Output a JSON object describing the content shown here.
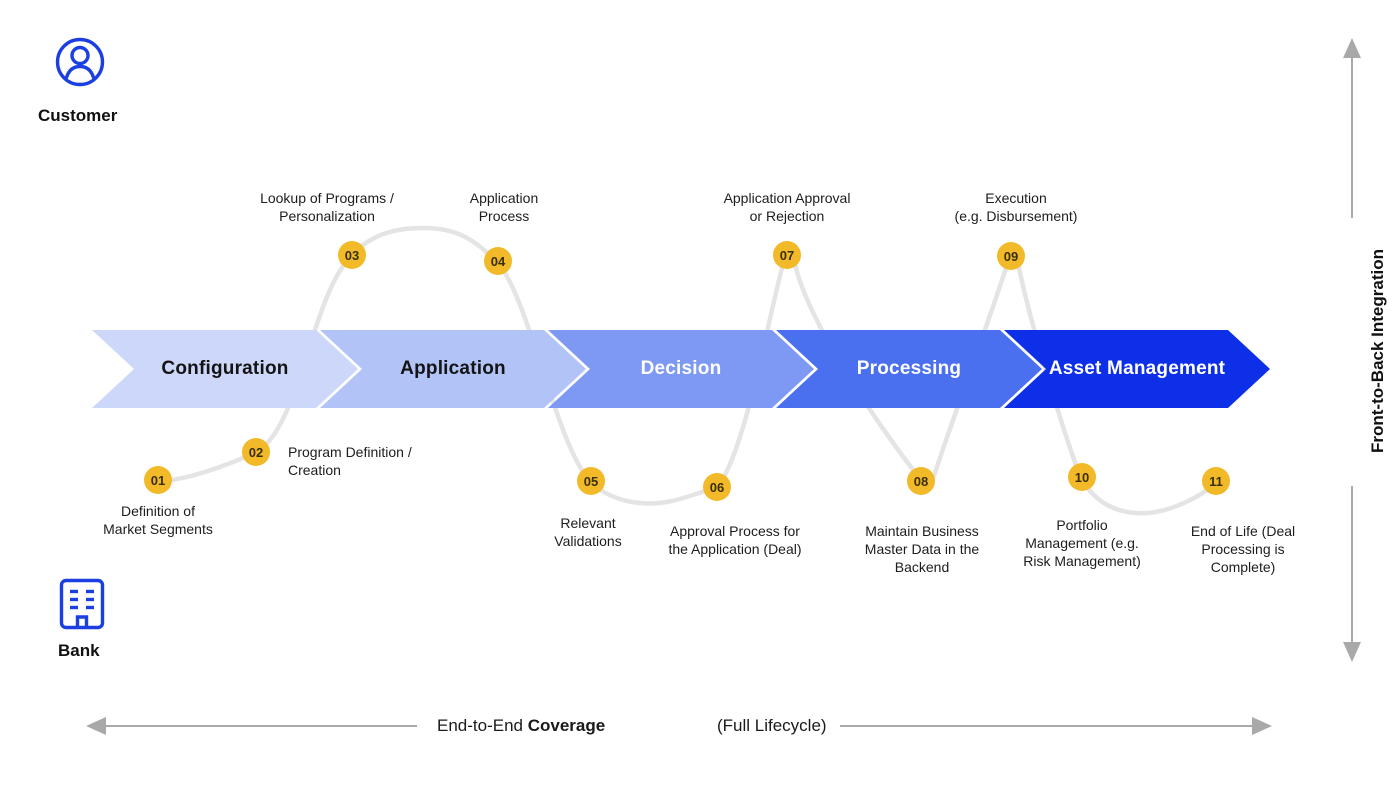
{
  "actors": {
    "customer": {
      "label": "Customer"
    },
    "bank": {
      "label": "Bank"
    }
  },
  "phases": [
    {
      "label": "Configuration",
      "color": "#ccd7fa",
      "text_color": "#141414"
    },
    {
      "label": "Application",
      "color": "#b2c3f8",
      "text_color": "#141414"
    },
    {
      "label": "Decision",
      "color": "#7e99f3",
      "text_color": "#ffffff"
    },
    {
      "label": "Processing",
      "color": "#4a70f0",
      "text_color": "#ffffff"
    },
    {
      "label": "Asset Management",
      "color": "#0e2fe8",
      "text_color": "#ffffff"
    }
  ],
  "steps": [
    {
      "number": "01",
      "label": "Definition of\nMarket Segments",
      "side": "bank"
    },
    {
      "number": "02",
      "label": "Program Definition /\nCreation",
      "side": "bank"
    },
    {
      "number": "03",
      "label": "Lookup of Programs /\nPersonalization",
      "side": "customer"
    },
    {
      "number": "04",
      "label": "Application\nProcess",
      "side": "customer"
    },
    {
      "number": "05",
      "label": "Relevant\nValidations",
      "side": "bank"
    },
    {
      "number": "06",
      "label": "Approval Process for\nthe Application (Deal)",
      "side": "bank"
    },
    {
      "number": "07",
      "label": "Application Approval\nor Rejection",
      "side": "customer"
    },
    {
      "number": "08",
      "label": "Maintain Business\nMaster Data in the\nBackend",
      "side": "bank"
    },
    {
      "number": "09",
      "label": "Execution\n(e.g. Disbursement)",
      "side": "customer"
    },
    {
      "number": "10",
      "label": "Portfolio\nManagement (e.g.\nRisk Management)",
      "side": "bank"
    },
    {
      "number": "11",
      "label": "End of Life (Deal\nProcessing is\nComplete)",
      "side": "bank"
    }
  ],
  "axes": {
    "vertical_label": "Front-to-Back Integration",
    "horizontal_label_regular": "End-to-End ",
    "horizontal_label_bold": "Coverage",
    "horizontal_label_paren": "(Full Lifecycle)"
  },
  "colors": {
    "step_circle": "#f2ba28",
    "step_number_text": "#3a2e05",
    "journey_curve": "#e4e4e4",
    "axis_arrow": "#a9a9a9",
    "actor_icon_blue": "#1b3fe0"
  }
}
